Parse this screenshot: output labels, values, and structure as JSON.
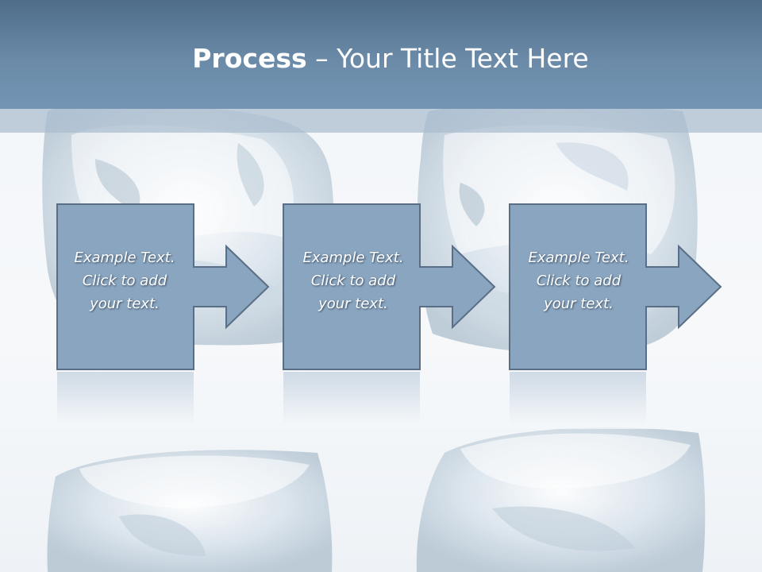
{
  "title": {
    "bold": "Process",
    "rest": " – Your Title Text Here"
  },
  "steps": [
    {
      "text": "Example Text.\nClick  to add\nyour text."
    },
    {
      "text": "Example Text.\nClick  to add\nyour text."
    },
    {
      "text": "Example Text.\nClick  to add\nyour text."
    }
  ],
  "colors": {
    "title_bar": "#5f7f9c",
    "box_fill": "#8aa5bf",
    "box_stroke": "#5a6f85",
    "text": "#ffffff"
  }
}
